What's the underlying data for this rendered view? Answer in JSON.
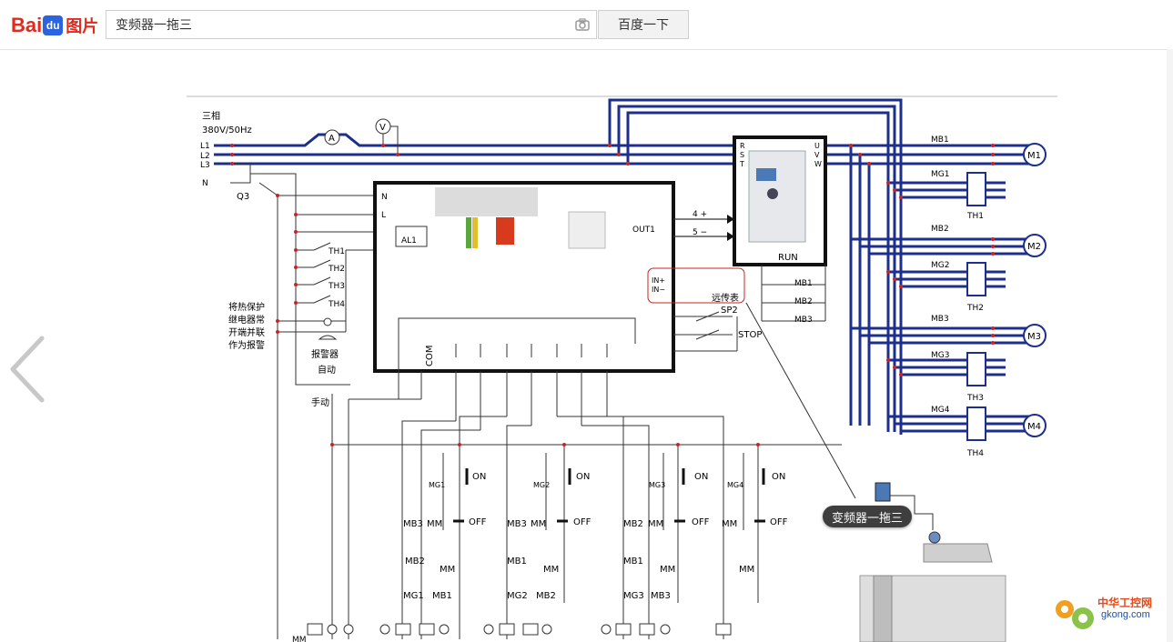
{
  "header": {
    "logo_text": "Bai",
    "logo_paw": "du",
    "logo_section": "图片",
    "search_value": "变频器一拖三",
    "search_button": "百度一下",
    "camera_icon": "camera-icon"
  },
  "nav": {
    "prev_icon": "chevron-left-icon"
  },
  "tooltip": {
    "text": "变频器一拖三"
  },
  "watermark": {
    "name": "中华工控网",
    "url": "gkong.com"
  },
  "diagram": {
    "supply": [
      "三相",
      "380V/50Hz"
    ],
    "lines": [
      "L1",
      "L2",
      "L3",
      "N"
    ],
    "breaker": "Q3",
    "ammeter": "A",
    "voltmeter": "V",
    "controller_terms": [
      "N",
      "L"
    ],
    "alarm_out": "AL1",
    "relays": [
      "TH1",
      "TH2",
      "TH3",
      "TH4"
    ],
    "note": [
      "将热保护",
      "继电器常",
      "开端并联",
      "作为报警"
    ],
    "buzzer": "报警器",
    "auto": "自动",
    "manual": "手动",
    "com": "COM",
    "out_label": "OUT1",
    "out_terms": [
      "4 +",
      "5 −"
    ],
    "in_terms": [
      "IN+",
      "IN−"
    ],
    "sensor": "远传表",
    "sp2": "SP2",
    "stop": "STOP",
    "vfd_inputs": [
      "R",
      "S",
      "T"
    ],
    "vfd_outputs": [
      "U",
      "V",
      "W"
    ],
    "run": "RUN",
    "run_contacts": [
      "MB1",
      "MB2",
      "MB3"
    ],
    "motor_contactors": [
      {
        "mb": "MB1",
        "mg": "MG1",
        "th": "TH1",
        "motor": "M1"
      },
      {
        "mb": "MB2",
        "mg": "MG2",
        "th": "TH2",
        "motor": "M2"
      },
      {
        "mb": "MB3",
        "mg": "MG3",
        "th": "TH3",
        "motor": "M3"
      },
      {
        "mb": "",
        "mg": "MG4",
        "th": "TH4",
        "motor": "M4"
      }
    ],
    "columns": [
      {
        "mg": "MG1",
        "on": "ON",
        "off": "OFF",
        "k1": "MB3",
        "k2": "MM",
        "k3": "MB2",
        "k4": "MM",
        "k5": "MG1",
        "k6": "MB1"
      },
      {
        "mg": "MG2",
        "on": "ON",
        "off": "OFF",
        "k1": "MB3",
        "k2": "MM",
        "k3": "MB1",
        "k4": "MM",
        "k5": "MG2",
        "k6": "MB2"
      },
      {
        "mg": "MG3",
        "on": "ON",
        "off": "OFF",
        "k1": "MB2",
        "k2": "MM",
        "k3": "MB1",
        "k4": "MM",
        "k5": "MG3",
        "k6": "MB3"
      },
      {
        "mg": "MG4",
        "on": "ON",
        "off": "OFF",
        "k1": "",
        "k2": "MM",
        "k3": "",
        "k4": "MM",
        "k5": "",
        "k6": ""
      }
    ],
    "bottom_label": "MM"
  },
  "colors": {
    "bus": "#1c2f8c",
    "wire": "#333333",
    "node": "#cc2222",
    "accent": "#de2a1f"
  }
}
